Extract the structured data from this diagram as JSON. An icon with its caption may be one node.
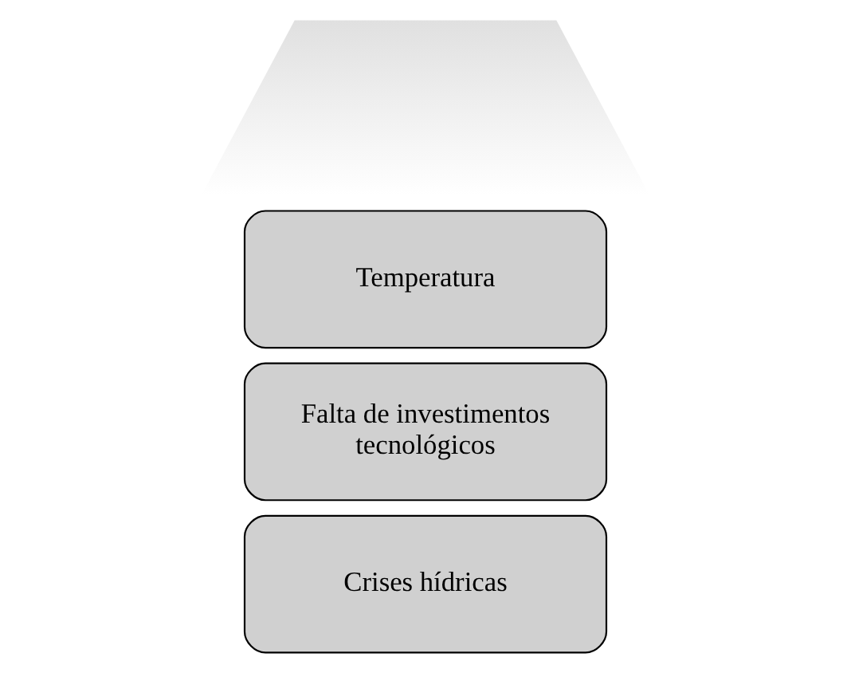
{
  "diagram": {
    "nodes": [
      {
        "text": [
          "Crises hídricas"
        ]
      },
      {
        "text": [
          "Falta de investimentos tecnológicos"
        ]
      },
      {
        "text": [
          "Temperatura"
        ]
      },
      {
        "text": [],
        "shape": "trapezium"
      }
    ]
  }
}
